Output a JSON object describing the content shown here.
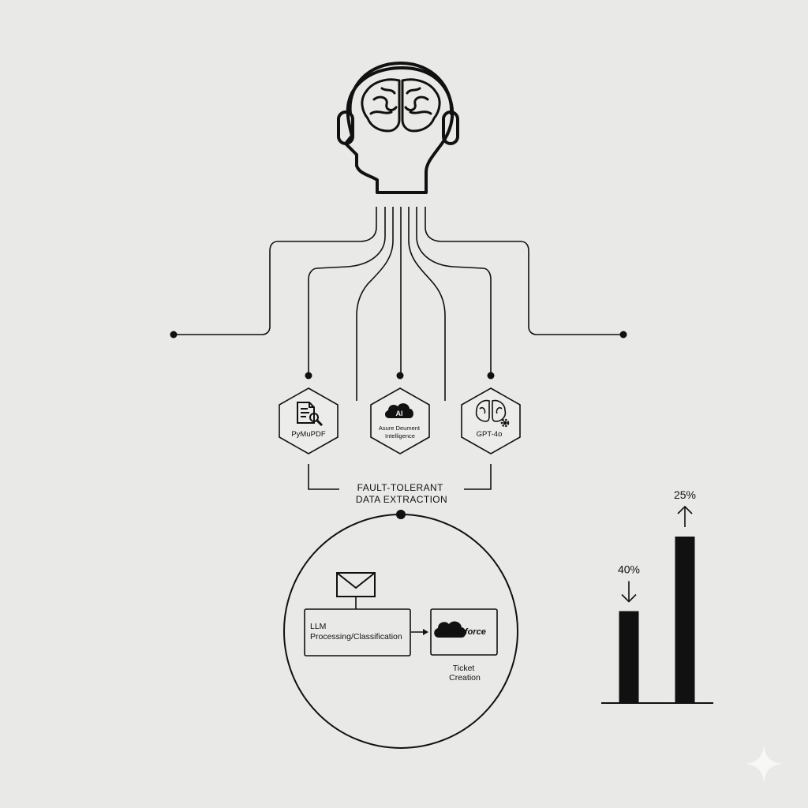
{
  "colors": {
    "background": "#e9e9e7",
    "ink": "#111111"
  },
  "icons": {
    "central": "head-with-brain-and-headphones-icon",
    "sparkle": "four-point-star-icon"
  },
  "tools": [
    {
      "icon": "document-magnifier-icon",
      "label_lines": [
        "PyMuPDF"
      ]
    },
    {
      "icon": "cloud-ai-icon",
      "icon_text": "AI",
      "label_lines": [
        "Asure Deument",
        "Intelligence"
      ]
    },
    {
      "icon": "brain-gear-icon",
      "label_lines": [
        "GPT-4o"
      ]
    }
  ],
  "extraction": {
    "line1": "FAULT-TOLERANT",
    "line2": "DATA EXTRACTION"
  },
  "pipeline": {
    "input_icon": "envelope-icon",
    "process_lines": [
      "LLM",
      "Processing/Classification"
    ],
    "crm_logo_text": "Slsesforce",
    "output_lines": [
      "Ticket",
      "Creation"
    ]
  },
  "chart_data": {
    "type": "bar",
    "categories": [
      "",
      ""
    ],
    "values": [
      40,
      25
    ],
    "data_labels": [
      "40%",
      "25%"
    ],
    "trend": [
      "down",
      "up"
    ],
    "heights_relative": [
      0.55,
      1.0
    ]
  }
}
